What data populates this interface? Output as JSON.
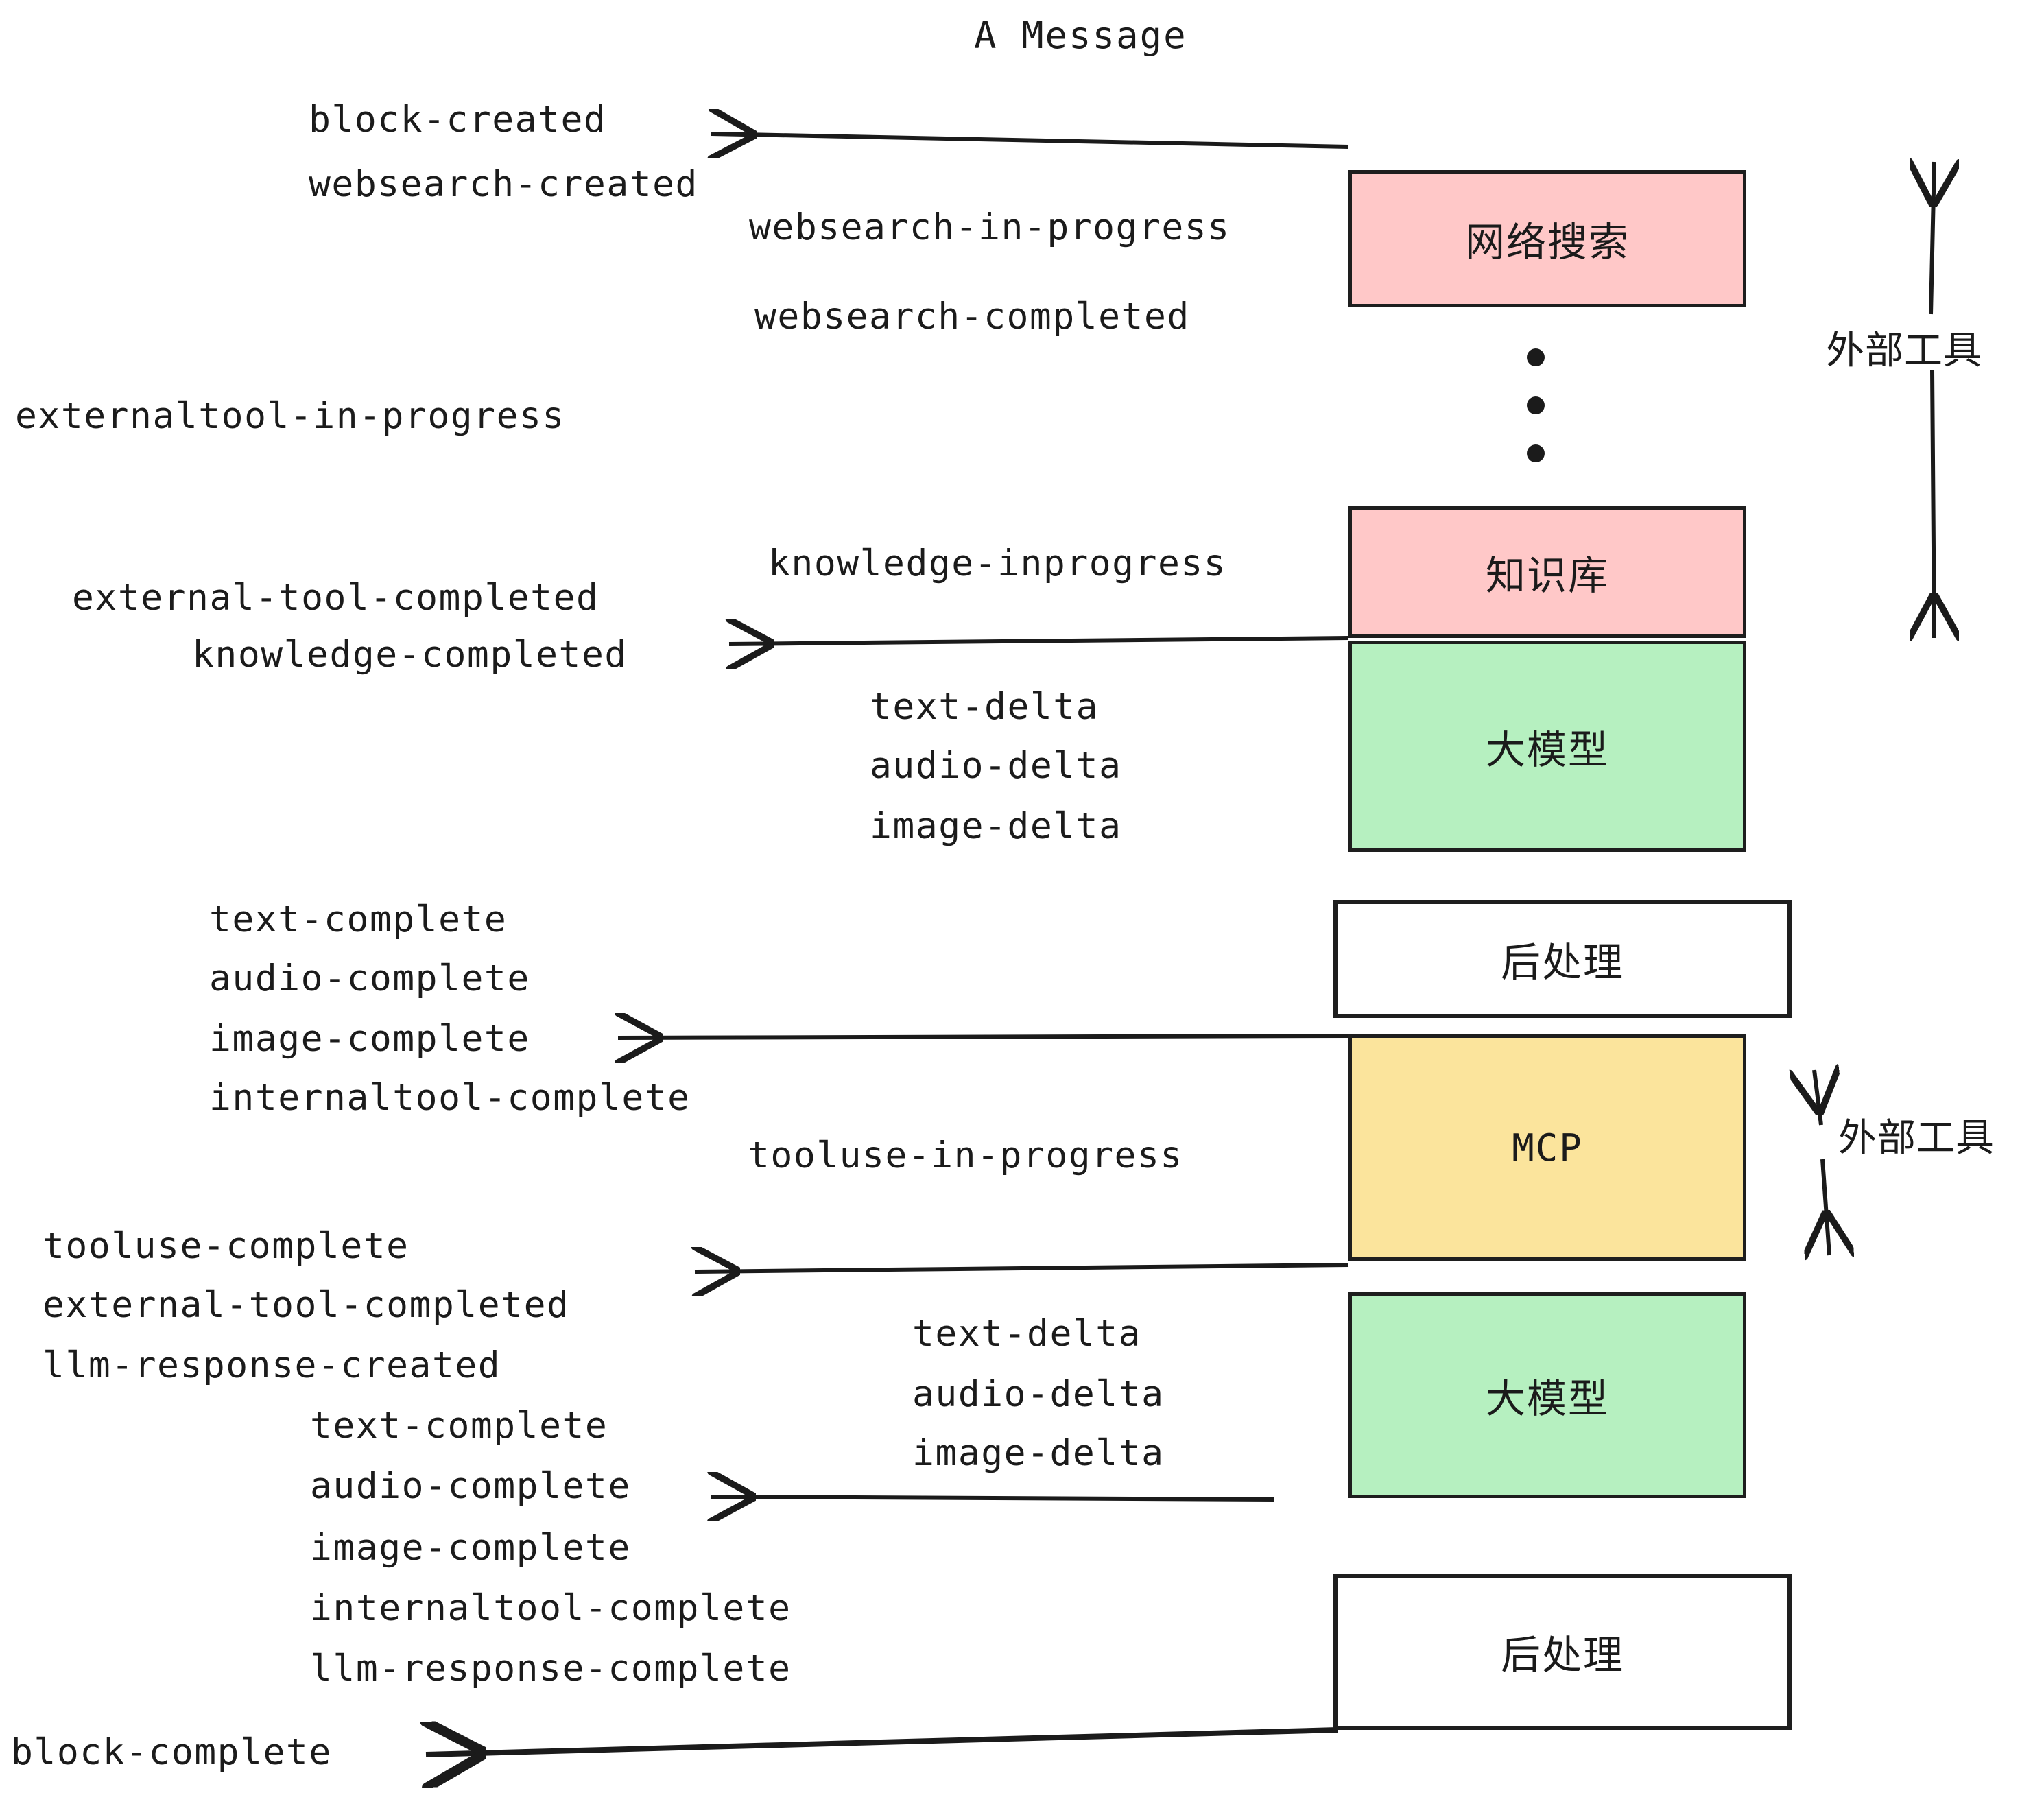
{
  "diagram": {
    "title": "A Message",
    "colors": {
      "external_tool_fill": "#FFC8C8",
      "llm_fill": "#B6F0C0",
      "mcp_fill": "#FBE49C",
      "postprocess_fill": "#FFFFFF",
      "stroke": "#1E1E1E",
      "text": "#1B1B1B",
      "background": "#FFFFFF"
    },
    "nodes": [
      {
        "id": "websearch",
        "label": "网络搜索",
        "kind": "external-tool"
      },
      {
        "id": "knowledge",
        "label": "知识库",
        "kind": "external-tool"
      },
      {
        "id": "llm-1",
        "label": "大模型",
        "kind": "llm"
      },
      {
        "id": "postproc-1",
        "label": "后处理",
        "kind": "postprocess"
      },
      {
        "id": "mcp",
        "label": "MCP",
        "kind": "mcp"
      },
      {
        "id": "llm-2",
        "label": "大模型",
        "kind": "llm"
      },
      {
        "id": "postproc-2",
        "label": "后处理",
        "kind": "postprocess"
      }
    ],
    "side_brackets": [
      {
        "id": "bracket-top",
        "label": "外部工具"
      },
      {
        "id": "bracket-bottom",
        "label": "外部工具"
      }
    ],
    "ellipsis_dots": 3,
    "events": [
      {
        "id": "e01",
        "text": "block-created"
      },
      {
        "id": "e02",
        "text": "websearch-created"
      },
      {
        "id": "e03",
        "text": "websearch-in-progress"
      },
      {
        "id": "e04",
        "text": "websearch-completed"
      },
      {
        "id": "e05",
        "text": "externaltool-in-progress"
      },
      {
        "id": "e06",
        "text": "knowledge-inprogress"
      },
      {
        "id": "e07",
        "text": "external-tool-completed"
      },
      {
        "id": "e08",
        "text": "knowledge-completed"
      },
      {
        "id": "e09",
        "text": "text-delta"
      },
      {
        "id": "e10",
        "text": "audio-delta"
      },
      {
        "id": "e11",
        "text": "image-delta"
      },
      {
        "id": "e12",
        "text": "text-complete"
      },
      {
        "id": "e13",
        "text": "audio-complete"
      },
      {
        "id": "e14",
        "text": "image-complete"
      },
      {
        "id": "e15",
        "text": "internaltool-complete"
      },
      {
        "id": "e16",
        "text": "tooluse-in-progress"
      },
      {
        "id": "e17",
        "text": "tooluse-complete"
      },
      {
        "id": "e18",
        "text": "external-tool-completed"
      },
      {
        "id": "e19",
        "text": "llm-response-created"
      },
      {
        "id": "e20",
        "text": "text-complete"
      },
      {
        "id": "e21",
        "text": "audio-complete"
      },
      {
        "id": "e22",
        "text": "image-complete"
      },
      {
        "id": "e23",
        "text": "internaltool-complete"
      },
      {
        "id": "e24",
        "text": "llm-response-complete"
      },
      {
        "id": "e25",
        "text": "text-delta"
      },
      {
        "id": "e26",
        "text": "audio-delta"
      },
      {
        "id": "e27",
        "text": "image-delta"
      },
      {
        "id": "e28",
        "text": "block-complete"
      }
    ]
  }
}
